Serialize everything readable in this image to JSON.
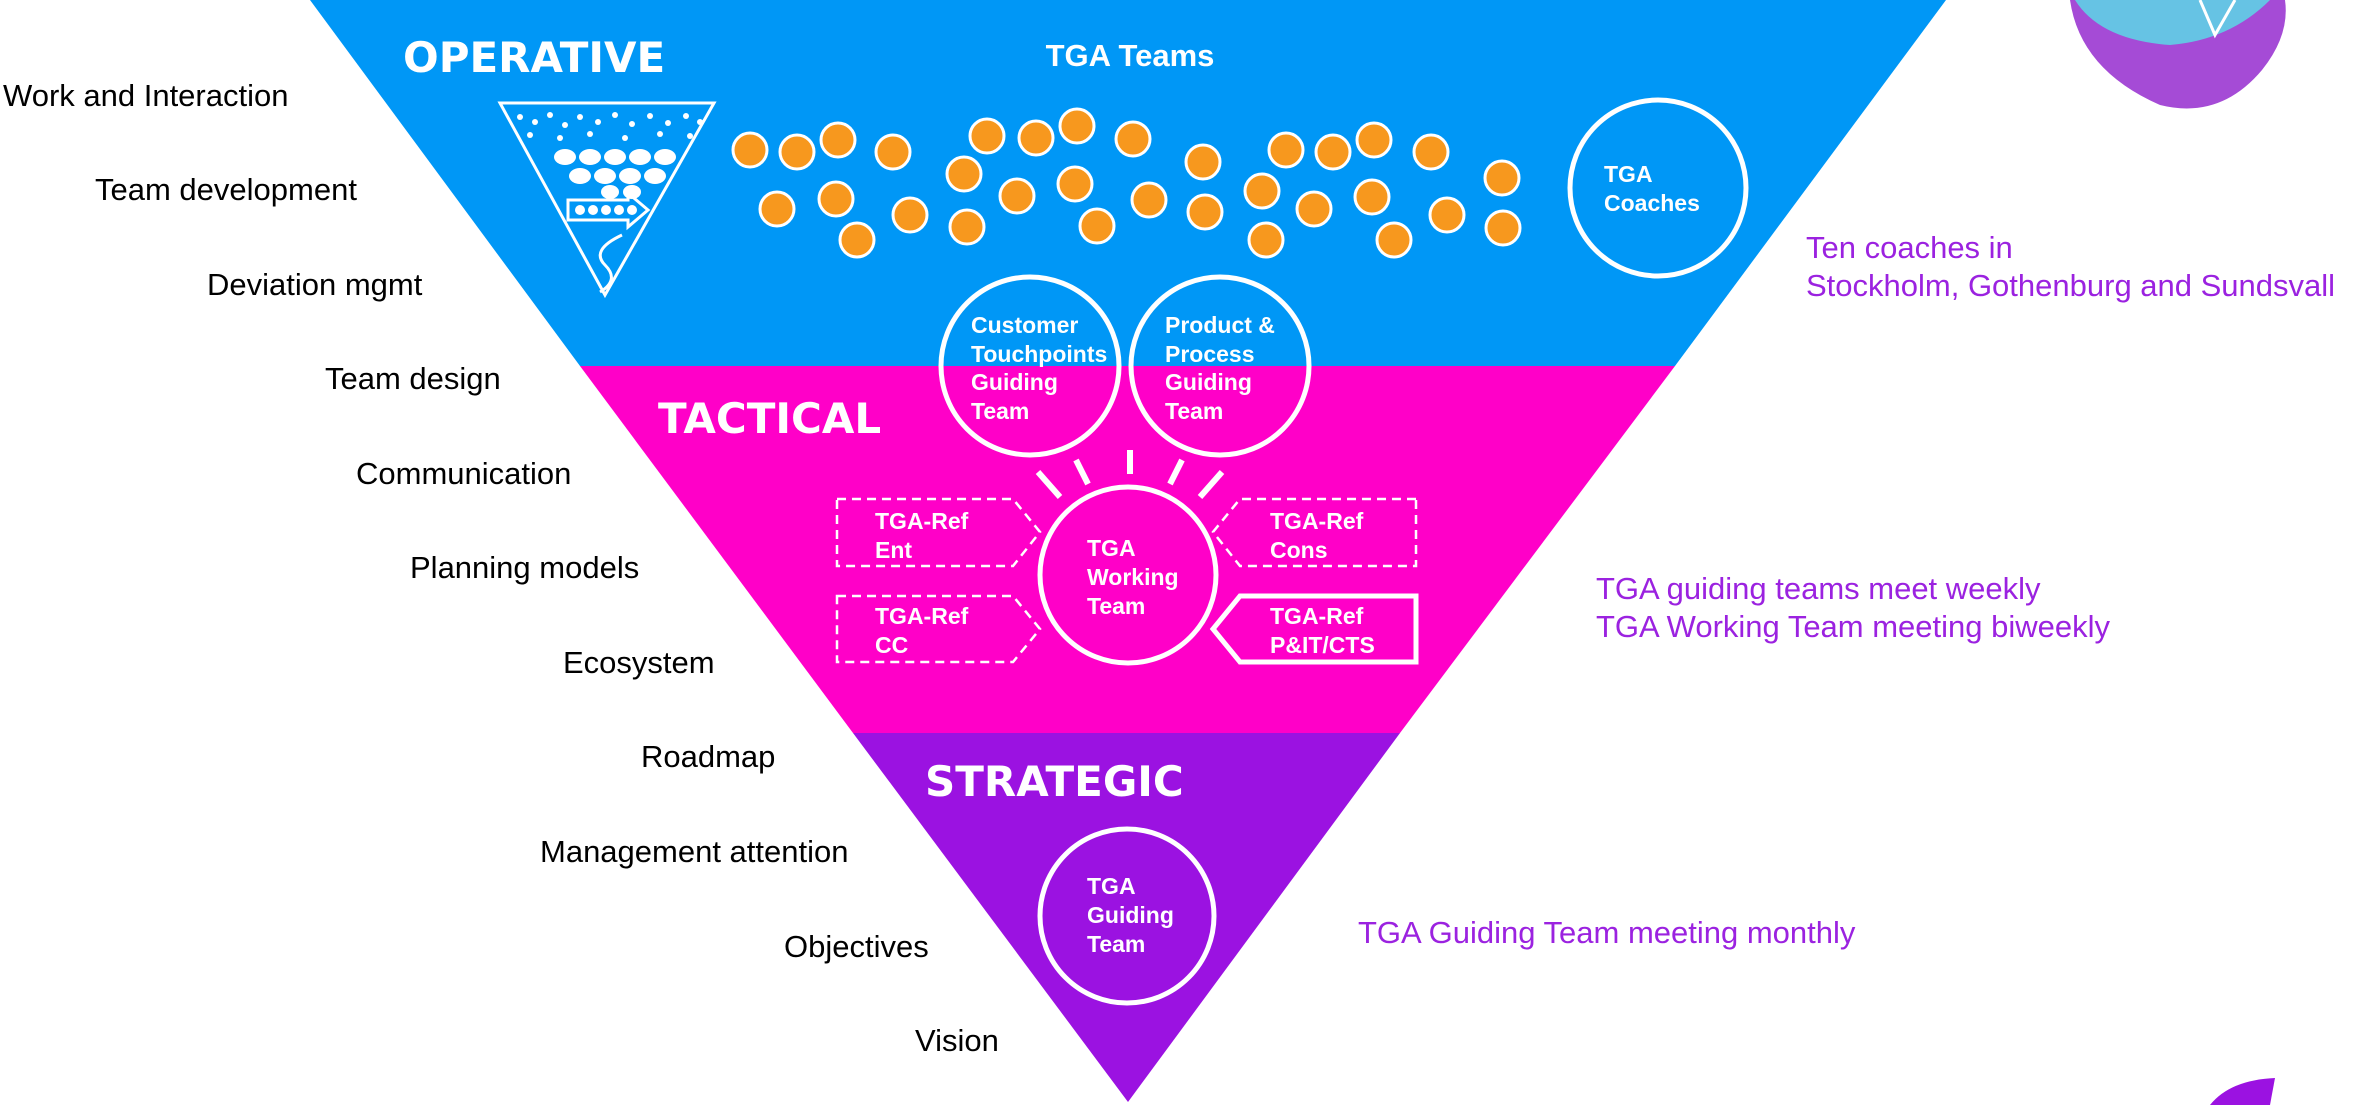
{
  "layers": {
    "operative": "OPERATIVE",
    "tactical": "TACTICAL",
    "strategic": "STRATEGIC"
  },
  "teams_title": "TGA Teams",
  "circles": {
    "coaches": [
      "TGA",
      "Coaches"
    ],
    "customer_touchpoints": [
      "Customer",
      "Touchpoints",
      "Guiding",
      "Team"
    ],
    "product_process": [
      "Product &",
      "Process",
      "Guiding",
      "Team"
    ],
    "working_team": [
      "TGA",
      "Working",
      "Team"
    ],
    "guiding_team": [
      "TGA",
      "Guiding",
      "Team"
    ]
  },
  "ref_boxes": {
    "ent": [
      "TGA-Ref",
      "Ent"
    ],
    "cc": [
      "TGA-Ref",
      "CC"
    ],
    "cons": [
      "TGA-Ref",
      "Cons"
    ],
    "pit": [
      "TGA-Ref",
      "P&IT/CTS"
    ]
  },
  "side_labels": [
    "Work and Interaction",
    "Team development",
    "Deviation mgmt",
    "Team design",
    "Communication",
    "Planning models",
    "Ecosystem",
    "Roadmap",
    "Management attention",
    "Objectives",
    "Vision"
  ],
  "notes": {
    "coaches": [
      "Ten coaches in",
      "Stockholm, Gothenburg and Sundsvall"
    ],
    "guiding_weekly": [
      "TGA guiding teams meet weekly",
      "TGA Working Team meeting biweekly"
    ],
    "guiding_monthly": [
      "TGA Guiding Team meeting monthly"
    ]
  },
  "colors": {
    "operative": "#0097f6",
    "tactical": "#ff00c8",
    "strategic": "#9b12e1",
    "team_dot": "#f7981e",
    "note_text": "#9b22e0"
  }
}
